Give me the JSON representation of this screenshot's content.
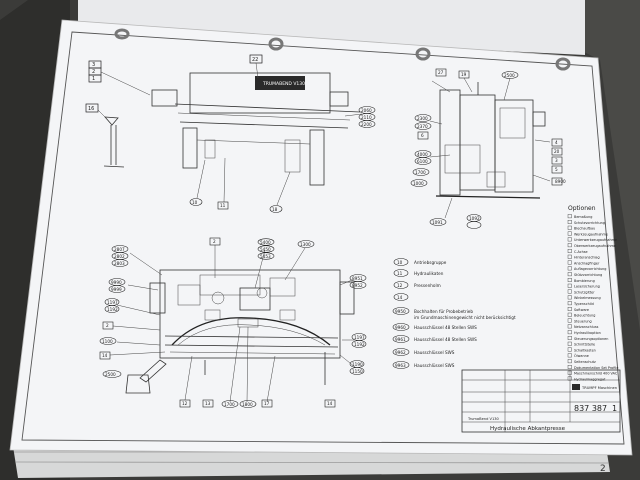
{
  "drawing": {
    "model_plate": "TRUMABEND V130",
    "front_view_callouts": [
      "3",
      "2",
      "1",
      "16",
      "22",
      "2060",
      "2110",
      "2200",
      "10",
      "11",
      "18"
    ],
    "side_view_callouts": [
      "27",
      "19",
      "2500",
      "2300",
      "2370",
      "6",
      "4000",
      "6100",
      "1700",
      "1000",
      "4",
      "20",
      "3",
      "5",
      "8900",
      "1091",
      "1092"
    ],
    "plan_view_callouts": [
      "2807",
      "2802",
      "2803",
      "9990",
      "9999",
      "1197",
      "1192",
      "2",
      "1100",
      "14",
      "2500",
      "2",
      "5400",
      "5450",
      "5453",
      "1300",
      "8951",
      "8952",
      "1197",
      "1192",
      "12",
      "13",
      "1700",
      "1800",
      "17",
      "1190",
      "1150",
      "14"
    ]
  },
  "legend": {
    "items": [
      {
        "code": "10",
        "text": "Antriebsgruppe"
      },
      {
        "code": "11",
        "text": "Hydraulikaten"
      },
      {
        "code": "12",
        "text": "Pressenholm"
      },
      {
        "code": "14",
        "text": ""
      },
      {
        "code": "9950",
        "text": "Bochhalten für Probebetrieb"
      },
      {
        "code": "",
        "text": "im Grundmaschinengewicht nicht berücksichtigt"
      },
      {
        "code": "9960",
        "text": "Hausschlüssel 48 Stellen SWS"
      },
      {
        "code": "9961",
        "text": "Hausschlüssel 48 Stellen SWS"
      },
      {
        "code": "9962",
        "text": "Hausschlüssel SWS"
      },
      {
        "code": "9963",
        "text": "Hausschlüssel SWS"
      }
    ]
  },
  "options": {
    "title": "Optionen",
    "items": [
      "Bemaßung",
      "Schutzvorrichtung",
      "Blechaufbau",
      "Werkzeugaufnahme",
      "Unterwerkzeugaufnahme",
      "Oberwerkzeugaufnahme",
      "C-Achse",
      "Hinteranschlag",
      "Anschlagfinger",
      "Auflagevorrichtung",
      "Stützvorrichtung",
      "Bombierung",
      "Lasersicherung",
      "Schutzgitter",
      "Winkelmessung",
      "Typenschild",
      "Software",
      "Beleuchtung",
      "Steuerung",
      "Netzanschluss",
      "Hydraulikoption",
      "Steuerungsoptionen",
      "Schnittstelle",
      "Schaltkasten",
      "Ölwanne",
      "Seitenschutz",
      "Dokumentation Set Profile",
      "Maschinenschild 400 VAC",
      "Hydraulikaggregat"
    ]
  },
  "title_block": {
    "company": "TRUMPF Maschinen",
    "drawing_number": "837 387",
    "sheet": "1",
    "product": "TrumaBend V130",
    "title": "Hydraulische Abkantpresse"
  },
  "page_number": "2"
}
